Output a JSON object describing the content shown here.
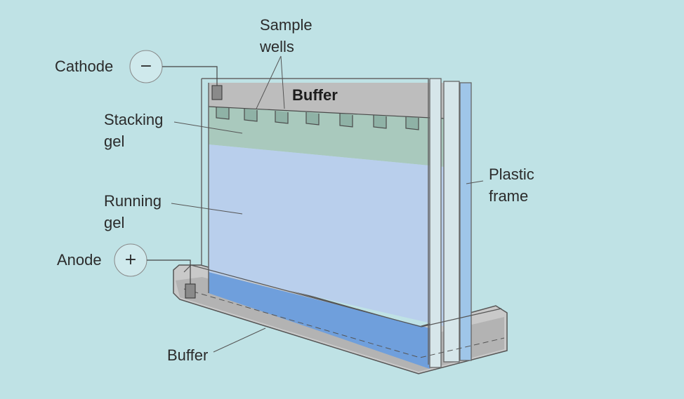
{
  "labels": {
    "cathode": "Cathode",
    "cathode_symbol": "−",
    "anode": "Anode",
    "anode_symbol": "+",
    "sample_wells_line1": "Sample",
    "sample_wells_line2": "wells",
    "buffer_top": "Buffer",
    "stacking_gel_line1": "Stacking",
    "stacking_gel_line2": "gel",
    "running_gel_line1": "Running",
    "running_gel_line2": "gel",
    "plastic_frame_line1": "Plastic",
    "plastic_frame_line2": "frame",
    "buffer_bottom": "Buffer"
  },
  "colors": {
    "background": "#bfe2e5",
    "buffer_gray": "#b9b9b9",
    "stacking_gel": "#a9c9bd",
    "running_gel": "#b9cfec",
    "bottom_running": "#6f9fdc",
    "frame_glass": "#d6e6ea",
    "outline": "#666666"
  }
}
